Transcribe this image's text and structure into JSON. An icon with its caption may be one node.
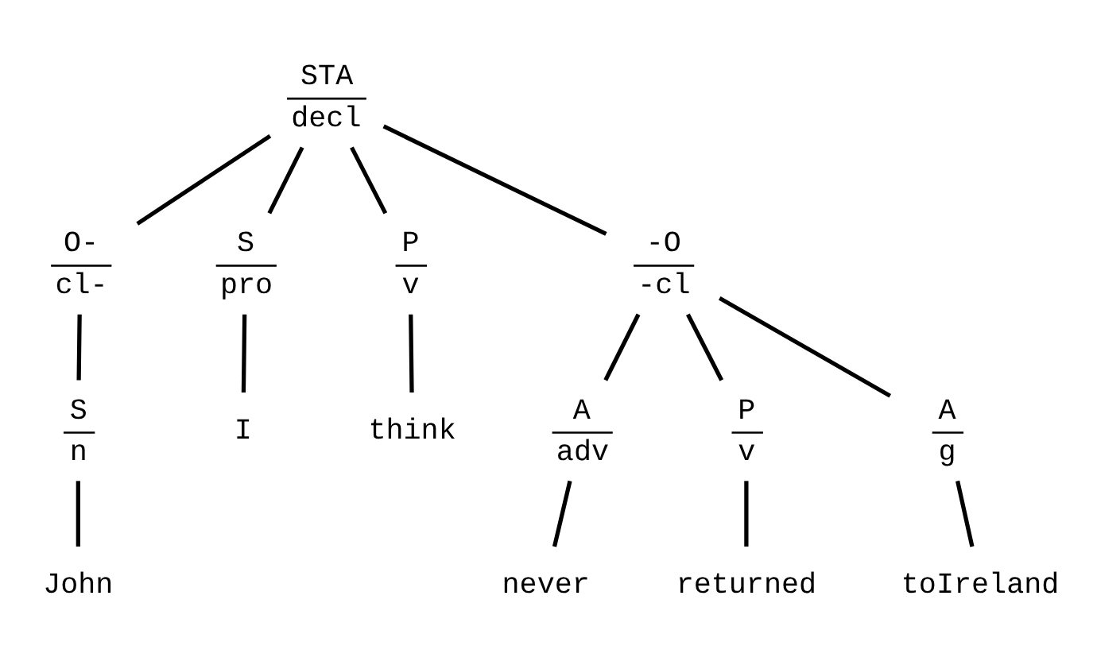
{
  "diagram": {
    "nodes": [
      {
        "text": [
          "STA",
          "decl"
        ]
      },
      {
        "text": [
          "O-",
          "cl-"
        ]
      },
      {
        "text": [
          "S",
          "pro"
        ]
      },
      {
        "text": [
          "P",
          "v"
        ]
      },
      {
        "text": [
          "-O",
          "-cl"
        ]
      },
      {
        "text": [
          "S",
          "n"
        ]
      },
      {
        "text": [
          "I"
        ]
      },
      {
        "text": [
          "think"
        ]
      },
      {
        "text": [
          "A",
          "adv"
        ]
      },
      {
        "text": [
          "P",
          "v"
        ]
      },
      {
        "text": [
          "A",
          "g"
        ]
      },
      {
        "text": [
          "John"
        ]
      },
      {
        "text": [
          "never"
        ]
      },
      {
        "text": [
          "returned"
        ]
      },
      {
        "text": [
          "toIreland"
        ]
      }
    ],
    "edges": [
      {
        "from": 0,
        "to": 1,
        "arrow": "none"
      },
      {
        "from": 0,
        "to": 2,
        "arrow": "none"
      },
      {
        "from": 0,
        "to": 3,
        "arrow": "none"
      },
      {
        "from": 0,
        "to": 4,
        "arrow": "none"
      },
      {
        "from": 1,
        "to": 5,
        "arrow": "none"
      },
      {
        "from": 2,
        "to": 6,
        "arrow": "none"
      },
      {
        "from": 3,
        "to": 7,
        "arrow": "none"
      },
      {
        "from": 4,
        "to": 8,
        "arrow": "none"
      },
      {
        "from": 4,
        "to": 9,
        "arrow": "none"
      },
      {
        "from": 4,
        "to": 10,
        "arrow": "none"
      },
      {
        "from": 5,
        "to": 11,
        "arrow": "none"
      },
      {
        "from": 8,
        "to": 12,
        "arrow": "none"
      },
      {
        "from": 9,
        "to": 13,
        "arrow": "none"
      },
      {
        "from": 10,
        "to": 14,
        "arrow": "none"
      }
    ]
  }
}
